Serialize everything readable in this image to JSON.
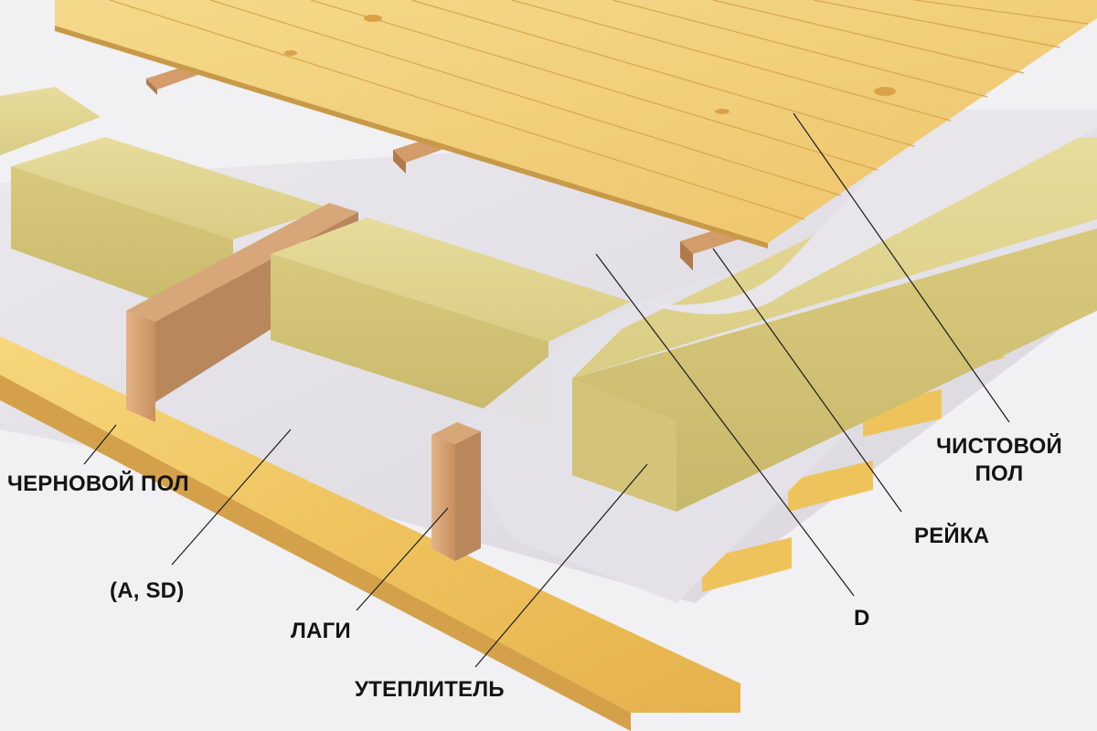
{
  "labels": {
    "finish_floor_line1": "ЧИСТОВОЙ",
    "finish_floor_line2": "ПОЛ",
    "batten": "РЕЙКА",
    "subfloor": "ЧЕРНОВОЙ ПОЛ",
    "membrane_a_sd": "(A, SD)",
    "joists": "ЛАГИ",
    "membrane_d": "D",
    "insulation": "УТЕПЛИТЕЛЬ"
  },
  "colors": {
    "background": "#f1f0f3",
    "membrane": "#e2e0e6",
    "wood_board": "#f0c862",
    "wood_edge": "#d9a94a",
    "joist": "#c9956a",
    "insulation": "#dcd08e",
    "label_text": "#141414",
    "leader_line": "#1c1c1c"
  }
}
